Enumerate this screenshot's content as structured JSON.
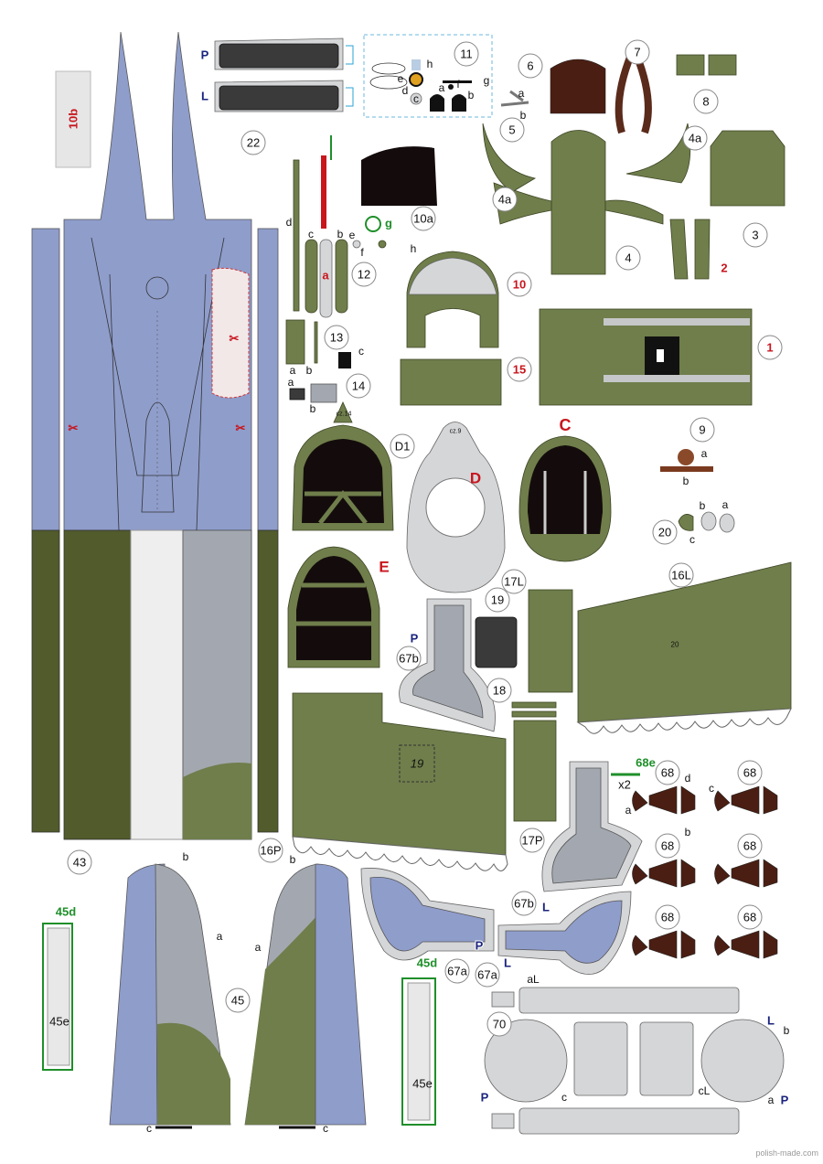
{
  "sheet": {
    "page_id": "10b",
    "footer": "polish-made.com",
    "colors": {
      "blue": "#8f9dcb",
      "olive": "#6f7e4b",
      "dark_olive": "#515b2b",
      "grey": "#a3a8b0",
      "brown": "#4a1e12",
      "red": "#c8161d"
    }
  },
  "parts": {
    "p22": "22",
    "P": "P",
    "L": "L",
    "p11": "11",
    "p11_letters": [
      "h",
      "d",
      "c",
      "a",
      "b",
      "g",
      "f",
      "e",
      "h",
      "d",
      "c",
      "a",
      "b",
      "g",
      "f"
    ],
    "p6": "6",
    "p7": "7",
    "p8": "8",
    "p5": "5",
    "p5a": "a",
    "p5b": "b",
    "p4": "4",
    "p4a": "4a",
    "p4a2": "4a",
    "p3": "3",
    "p2": "2",
    "p10a": "10a",
    "p12": "12",
    "p12_letters": {
      "a": "a",
      "b": "b",
      "c": "c",
      "d": "d",
      "e": "e",
      "f": "f",
      "g": "g"
    },
    "p10": "10",
    "p10h": "h",
    "p13": "13",
    "p13a": "a",
    "p13b": "b",
    "p14": "14",
    "p14a": "a",
    "p14b": "b",
    "p14c": "c",
    "p15": "15",
    "p1": "1",
    "p9": "9",
    "p9a": "a",
    "p9b": "b",
    "p20": "20",
    "p20a": "a",
    "p20b": "b",
    "p20c": "c",
    "D1": "D1",
    "D1_mark": "cz.14",
    "D": "D",
    "D_mark": "cz.9",
    "C": "C",
    "E": "E",
    "p19": "19",
    "p17L": "17L",
    "p16L": "16L",
    "p16L_mark": "20",
    "p67b": "67b",
    "p67b_P": "P",
    "p18": "18",
    "p16P": "16P",
    "p16P_mark": "19",
    "p17P": "17P",
    "p68e": "68e",
    "x2": "x2",
    "p68": "68",
    "p68_letters": {
      "a": "a",
      "b": "b",
      "c": "c",
      "d": "d"
    },
    "p67b2": "67b",
    "p67b2_L": "L",
    "p67a": "67a",
    "p67a_P": "P",
    "p67a2": "67a",
    "p67a2_L": "L",
    "p43": "43",
    "p45": "45",
    "p45a": "a",
    "p45b": "b",
    "p45c": "c",
    "p45d": "45d",
    "p45e": "45e",
    "p70": "70",
    "p70_letters": {
      "aL": "aL",
      "Lb": "L",
      "b": "b",
      "Pb": "P",
      "c": "c",
      "cL": "cL",
      "aP": "a",
      "P": "P"
    }
  }
}
